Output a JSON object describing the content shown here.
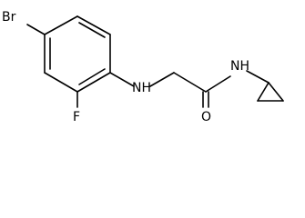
{
  "molecule": {
    "atoms": {
      "br": "Br",
      "f": "F",
      "nh_amine": "NH",
      "o": "O",
      "nh_amide": "NH"
    }
  }
}
